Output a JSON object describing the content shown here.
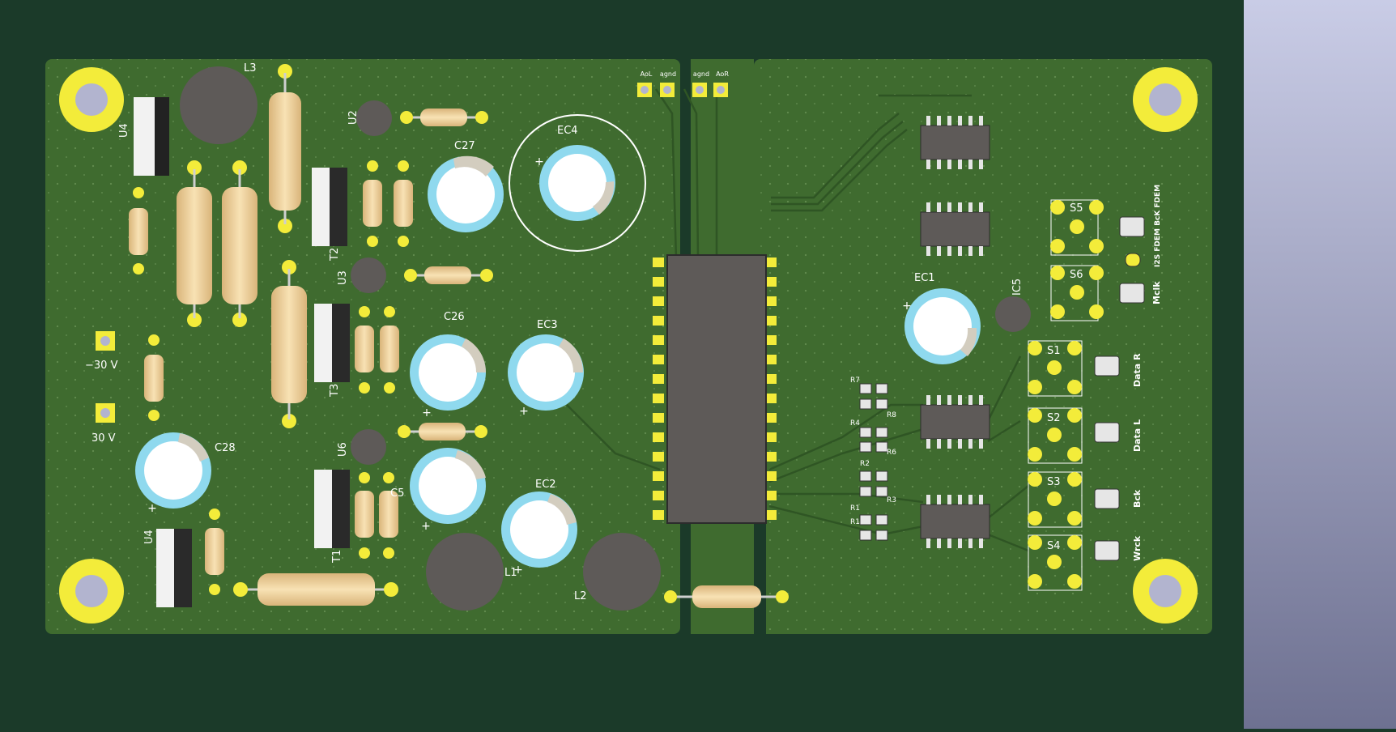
{
  "labels": {
    "L3": "L3",
    "U2": "U2",
    "U4_top": "U4",
    "C27": "C27",
    "EC4": "EC4",
    "T2": "T2",
    "U3": "U3",
    "C26": "C26",
    "EC3": "EC3",
    "minus30": "−30 V",
    "plus30": "30 V",
    "T3": "T3",
    "U6": "U6",
    "C28": "C28",
    "C5": "C5",
    "U4_bot": "U4",
    "T1": "T1",
    "EC2": "EC2",
    "L1": "L1",
    "L2": "L2",
    "EC1": "EC1",
    "IC5": "IC5",
    "S5": "S5",
    "S6": "S6",
    "S1": "S1",
    "S2": "S2",
    "S3": "S3",
    "S4": "S4",
    "R7": "R7",
    "R8": "R8",
    "R4": "R4",
    "R6": "R6",
    "R2": "R2",
    "R3": "R3",
    "R1a": "R1",
    "R1b": "R1",
    "AoL": "AoL",
    "agnd1": "agnd",
    "agnd2": "agnd",
    "AoR": "AoR",
    "i2s": "I2S FDEM BcK FDEM",
    "mclk": "Mclk",
    "dataR": "Data R",
    "dataL": "Data L",
    "bck": "Bck",
    "wrck": "Wrck"
  },
  "colors": {
    "board": "#3f6b2f",
    "background": "#1b3a29",
    "pad": "#f3ec3a",
    "resistor": "#e8c690",
    "chip": "#5a5a5a",
    "cap": "#8fd9ee",
    "silkscreen": "#ffffff"
  },
  "icons": {
    "mounting_hole": "mounting-hole-icon",
    "polarity": "plus-icon"
  }
}
